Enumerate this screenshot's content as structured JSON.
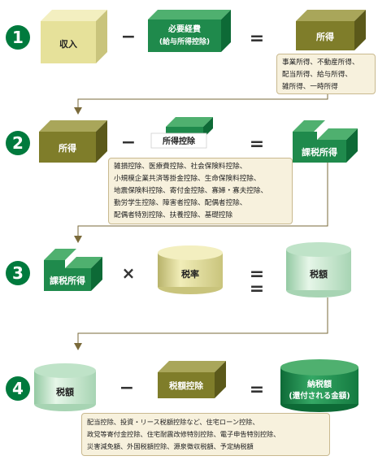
{
  "colors": {
    "step_badge": "#007a3d",
    "beige": "#e6e19a",
    "olive": "#7f7d2a",
    "green": "#1f8a4c",
    "pale_green": "#d9f0dc",
    "note_bg": "#f7f1dd",
    "arrow": "#7a6a3a"
  },
  "steps": [
    {
      "number": "1",
      "operands": [
        "収入",
        "必要経費\n(給与所得控除)"
      ],
      "operator": "−",
      "equals": "=",
      "result": "所得",
      "note_lines": [
        "事業所得、不動産所得、",
        "配当所得、給与所得、",
        "雑所得、一時所得"
      ]
    },
    {
      "number": "2",
      "operands": [
        "所得",
        "所得控除"
      ],
      "operator": "−",
      "equals": "=",
      "result": "課税所得",
      "note_lines": [
        "雑損控除、医療費控除、社会保険料控除、",
        "小規模企業共済等掛金控除、生命保険料控除、",
        "地震保険料控除、寄付金控除、寡婦・寡夫控除、",
        "勤労学生控除、障害者控除、配偶者控除、",
        "配偶者特別控除、扶養控除、基礎控除"
      ]
    },
    {
      "number": "3",
      "operands": [
        "課税所得",
        "税率"
      ],
      "operator": "×",
      "equals": "=",
      "result": "税額",
      "note_lines": []
    },
    {
      "number": "4",
      "operands": [
        "税額",
        "税額控除"
      ],
      "operator": "−",
      "equals": "=",
      "result": "納税額\n(還付される金額)",
      "note_lines": [
        "配当控除、投資・リース税額控除など、住宅ローン控除、",
        "政党等寄付金控除、住宅耐震改修特別控除、電子申告特別控除、",
        "災害減免額、外国税額控除、源泉徴収税額、予定納税額"
      ]
    }
  ]
}
